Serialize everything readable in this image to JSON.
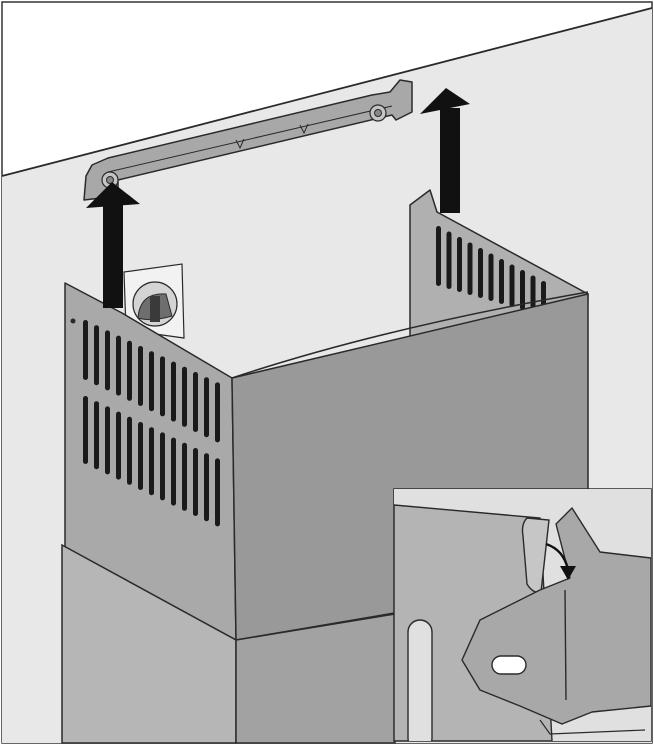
{
  "colors": {
    "background": "#ffffff",
    "wall": "#e8e8e8",
    "panel_light": "#b6b6b6",
    "panel_mid": "#a9a9a9",
    "panel_dark": "#999999",
    "bracket": "#a8a8a8",
    "slot": "#1a1a1a",
    "outline": "#2a2a2a",
    "arrow": "#111111"
  },
  "parts": {
    "wall": "wall",
    "bracket": "mounting-bracket",
    "upper_chimney": "upper-chimney-section",
    "lower_chimney": "lower-chimney-section",
    "socket": "power-socket",
    "arrows": "lift-arrows",
    "detail": "bracket-detail-inset"
  },
  "icons": {
    "lift_arrow": "up-arrow-icon",
    "hook_arrow": "curved-arrow-icon"
  }
}
